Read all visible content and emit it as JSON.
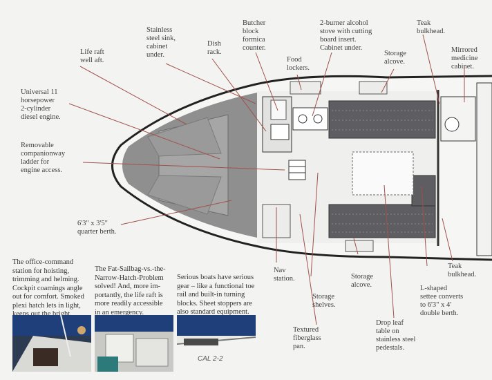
{
  "labels": {
    "stainless_sink": "Stainless\nsteel sink,\ncabinet\nunder.",
    "butcher_block": "Butcher\nblock\nformica\ncounter.",
    "stove": "2-burner alcohol\nstove with cutting\nboard insert.\nCabinet under.",
    "teak_bulkhead_top": "Teak\nbulkhead.",
    "life_raft": "Life raft\nwell aft.",
    "dish_rack": "Dish\nrack.",
    "food_lockers": "Food\nlockers.",
    "storage_alcove_top": "Storage\nalcove.",
    "mirrored_cabinet": "Mirrored\nmedicine\ncabinet.",
    "engine": "Universal 11\nhorsepower\n2-cylinder\ndiesel engine.",
    "ladder": "Removable\ncompanionway\nladder for\nengine access.",
    "quarter_berth": "6'3\" x 3'5\"\nquarter berth.",
    "nav_station": "Nav\nstation.",
    "storage_shelves": "Storage\nshelves.",
    "storage_alcove_bottom": "Storage\nalcove.",
    "teak_bulkhead_bottom": "Teak\nbulkhead.",
    "settee": "L-shaped\nsettee converts\nto 6'3\" x 4'\ndouble berth.",
    "drop_leaf": "Drop leaf\ntable on\nstainless steel\npedestals.",
    "fiberglass_pan": "Textured\nfiberglass\npan."
  },
  "captions": {
    "office_command": "The office-command\nstation for hoisting,\ntrimming and helming.\nCockpit coamings angle\nout for comfort. Smoked\nplexi hatch lets in light,\nkeeps out the bright.",
    "fat_sailbag": "The Fat-Sailbag-vs.-the-\nNarrow-Hatch-Problem\nsolved! And, more im-\nportantly, the life raft is\nmore readily accessible\nin an emergency.",
    "serious_boats": "Serious boats have serious\ngear – like a functional toe\nrail and built-in turning\nblocks. Sheet stoppers are\nalso standard equipment."
  },
  "photo3_hull_text": "CAL 2-2",
  "colors": {
    "leader": "#a0504a",
    "hull_stroke": "#2a2a2a",
    "cushion": "#5e5e62",
    "deck_gray": "#9c9c9c",
    "sea": "#1f3f7a"
  }
}
